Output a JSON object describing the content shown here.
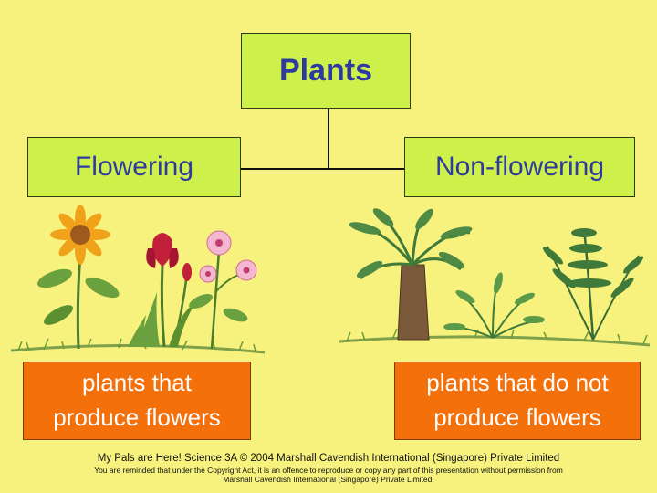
{
  "diagram": {
    "root": "Plants",
    "left_category": "Flowering",
    "right_category": "Non-flowering",
    "left_description": [
      "plants that",
      "produce flowers"
    ],
    "right_description": [
      "plants that do not",
      "produce flowers"
    ]
  },
  "illustrations": {
    "left": "flowering-plants-illustration",
    "right": "ferns-and-cycad-illustration"
  },
  "footer": {
    "line1": "My Pals are Here! Science 3A © 2004 Marshall Cavendish International (Singapore) Private Limited",
    "line2": "You are reminded that under the Copyright Act, it is an offence to reproduce or copy any part of this presentation without permission from",
    "line3": "Marshall Cavendish International (Singapore) Private Limited."
  },
  "colors": {
    "background": "#f7f27e",
    "category_box": "#cef04a",
    "category_text": "#2f3a9e",
    "description_box": "#f4700b",
    "description_text": "#ffffff"
  }
}
